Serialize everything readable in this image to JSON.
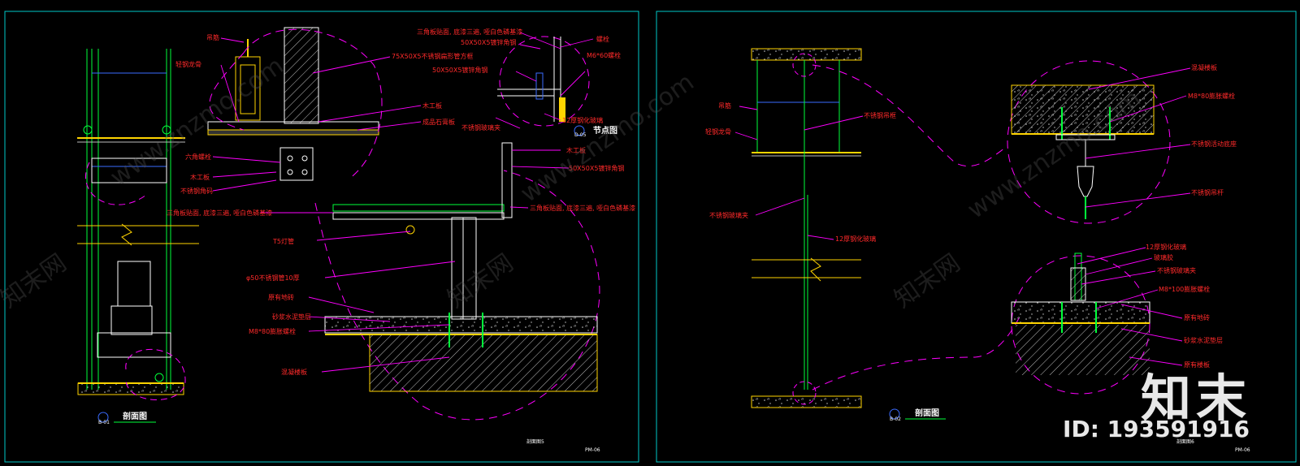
{
  "left_sheet": {
    "section_title": "剖面图",
    "section_code": "B-01",
    "node_title": "节点图",
    "node_code": "D-05",
    "footer_name": "剖面图5",
    "footer_code": "PM-06",
    "labels": {
      "a1": "吊筋",
      "a2": "轻钢龙骨",
      "a3": "75X50X5不锈钢扁形管方框",
      "a4": "三角板贴面, 底漆三遍, 哑白色磷基漆",
      "a5": "50X50X5镀锌角钢",
      "a6": "50X50X5镀锌角钢",
      "a7": "螺栓",
      "a8": "M6*60螺栓",
      "a9": "木工板",
      "a10": "成品石膏板",
      "a11": "不锈钢玻璃夹",
      "a12": "12厚钢化玻璃",
      "a13": "六角螺栓",
      "a14": "木工板",
      "a15": "不锈钢角码",
      "a16": "木工板",
      "a17": "50X50X5镀锌角钢",
      "a18": "三角板贴面, 底漆三遍, 哑白色磷基漆",
      "a19": "三角板贴面, 底漆三遍, 哑白色磷基漆",
      "a20": "T5灯管",
      "a21": "φ50不锈钢管10厚",
      "a22": "原有地砖",
      "a23": "砂浆水泥垫层",
      "a24": "M8*80膨胀螺栓",
      "a25": "混凝楼板"
    }
  },
  "right_sheet": {
    "section_title": "剖面图",
    "section_code": "B-02",
    "footer_name": "剖面图6",
    "footer_code": "PM-06",
    "labels": {
      "b1": "吊筋",
      "b2": "轻钢龙骨",
      "b3": "不锈钢吊框",
      "b4": "不锈钢玻璃夹",
      "b5": "12厚钢化玻璃",
      "b6": "混凝楼板",
      "b7": "M8*80膨胀螺栓",
      "b8": "不锈钢活动底座",
      "b9": "不锈钢吊杆",
      "b10": "12厚钢化玻璃",
      "b11": "玻璃胶",
      "b12": "不锈钢玻璃夹",
      "b13": "M8*100膨胀螺栓",
      "b14": "原有地砖",
      "b15": "砂浆水泥垫层",
      "b16": "原有楼板"
    }
  },
  "watermark": {
    "text_cn": "知末网",
    "text_url": "www.znzmo.com",
    "brand": "知末",
    "id": "ID: 193591916"
  },
  "colors": {
    "background": "#000000",
    "frame": "#00c8c8",
    "callout": "#ff00ff",
    "label": "#ff2a2a",
    "structure": "#00ff3a",
    "dimension": "#3a6bff",
    "floor": "#ffd400"
  }
}
